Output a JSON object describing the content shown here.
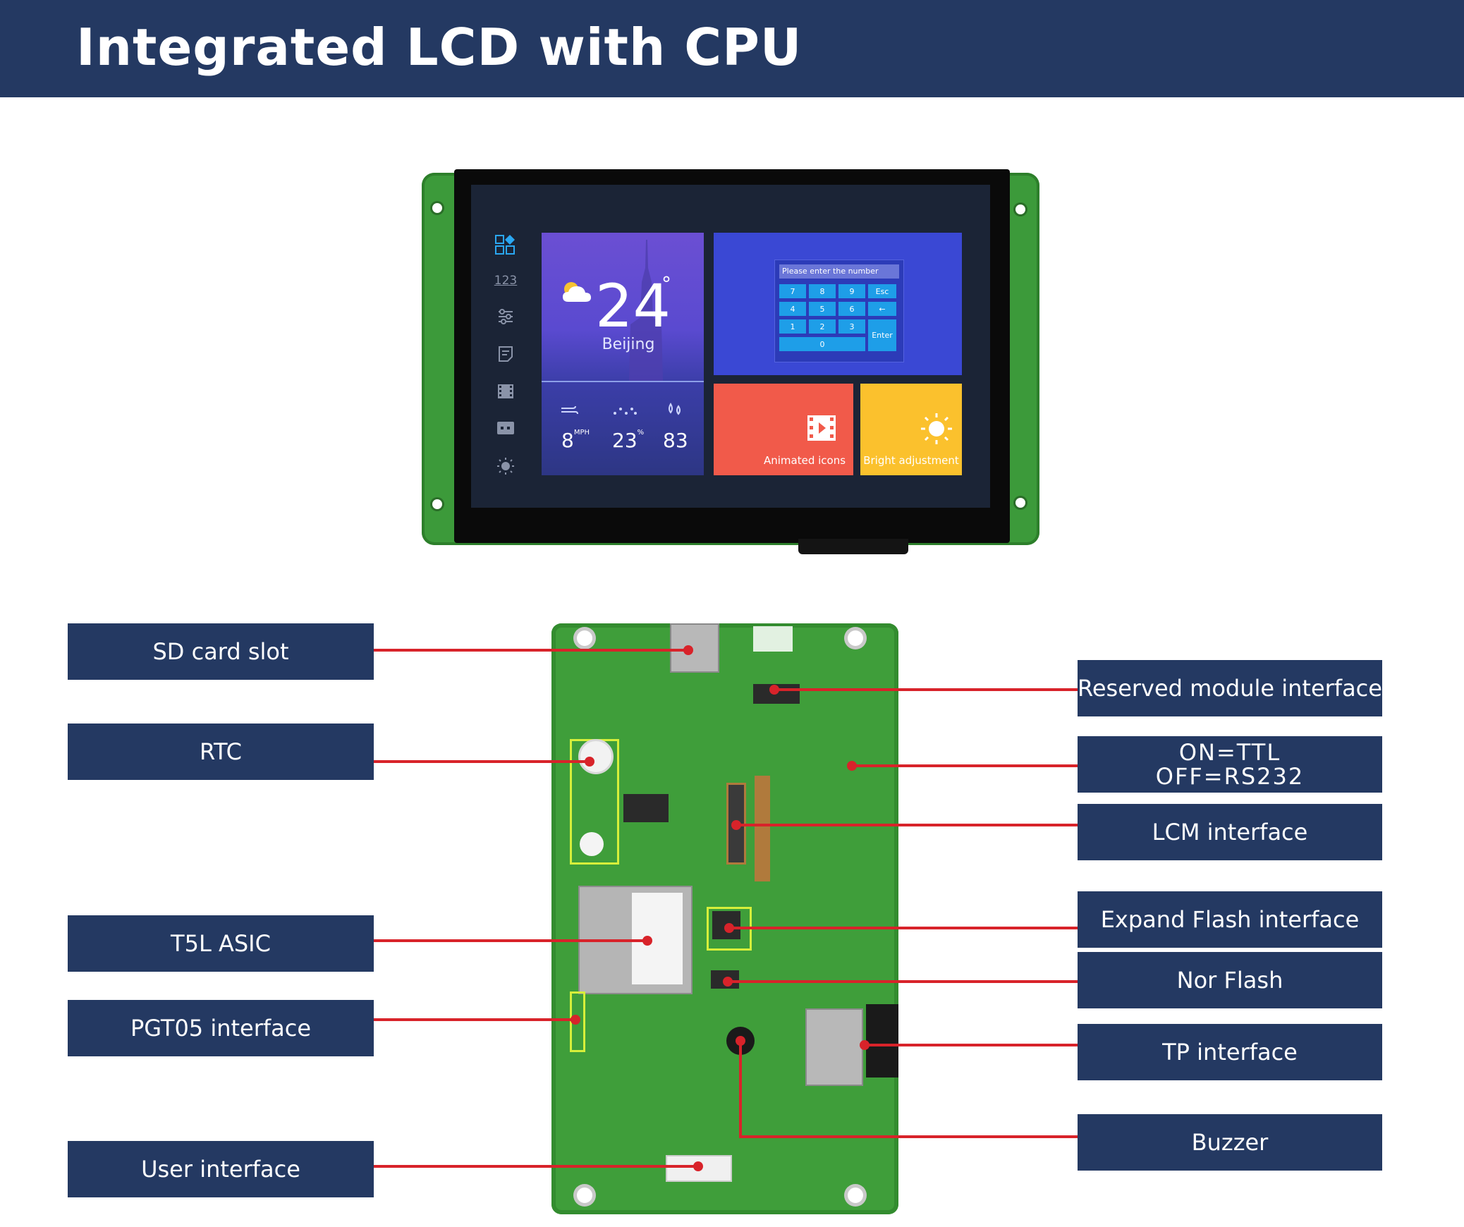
{
  "header": {
    "title": "Integrated LCD with CPU"
  },
  "screen": {
    "weather": {
      "temperature": "24",
      "degree": "°",
      "city": "Beijing",
      "stats": [
        {
          "value": "8",
          "unit": "MPH"
        },
        {
          "value": "23",
          "unit": "%"
        },
        {
          "value": "83",
          "unit": ""
        }
      ]
    },
    "keypad": {
      "prompt": "Please enter the number",
      "keys": [
        "7",
        "8",
        "9",
        "Esc",
        "4",
        "5",
        "6",
        "←",
        "1",
        "2",
        "3",
        "Enter",
        "0"
      ]
    },
    "tiles": {
      "animated": "Animated icons",
      "bright": "Bright adjustment"
    },
    "sidebar_icons": [
      "apps-icon",
      "numeric-icon",
      "sliders-icon",
      "note-icon",
      "film-icon",
      "keyboard-icon",
      "brightness-icon"
    ],
    "sidebar_numeric_text": "123"
  },
  "callouts": {
    "left": [
      {
        "id": "sd-card-slot",
        "text": "SD card slot"
      },
      {
        "id": "rtc",
        "text": "RTC"
      },
      {
        "id": "t5l-asic",
        "text": "T5L ASIC"
      },
      {
        "id": "pgt05-interface",
        "text": "PGT05 interface"
      },
      {
        "id": "user-interface",
        "text": "User interface"
      }
    ],
    "right": [
      {
        "id": "reserved-module-interface",
        "text": "Reserved module interface"
      },
      {
        "id": "on-ttl",
        "text": "ON=TTL",
        "text2": "OFF=RS232"
      },
      {
        "id": "lcm-interface",
        "text": "LCM interface"
      },
      {
        "id": "expand-flash-interface",
        "text": "Expand Flash interface"
      },
      {
        "id": "nor-flash",
        "text": "Nor Flash"
      },
      {
        "id": "tp-interface",
        "text": "TP interface"
      },
      {
        "id": "buzzer",
        "text": "Buzzer"
      }
    ]
  },
  "colors": {
    "banner": "#243962",
    "leader": "#d8232a",
    "pcb": "#3f9e3a"
  }
}
